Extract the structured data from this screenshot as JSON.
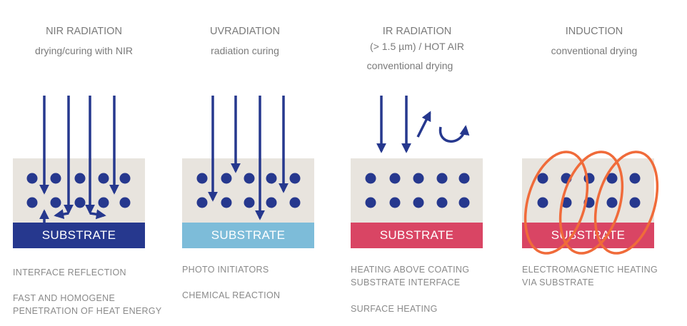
{
  "panels": [
    {
      "title": "NIR RADIATION",
      "subtitle": [
        "drying/curing with NIR"
      ],
      "substrate_label": "SUBSTRATE",
      "substrate_color": "#26388e",
      "notes": [
        "INTERFACE REFLECTION",
        "FAST AND HOMOGENE",
        "PENETRATION OF HEAT ENERGY"
      ]
    },
    {
      "title": "UVRADIATION",
      "subtitle": [
        "radiation curing"
      ],
      "substrate_label": "SUBSTRATE",
      "substrate_color": "#7dbcd9",
      "notes": [
        "PHOTO INITIATORS",
        "CHEMICAL REACTION"
      ]
    },
    {
      "title": "IR RADIATION",
      "subtitle": [
        "(> 1.5 µm) / HOT AIR",
        "conventional drying"
      ],
      "substrate_label": "SUBSTRATE",
      "substrate_color": "#d94564",
      "notes": [
        "HEATING ABOVE COATING",
        "SUBSTRATE INTERFACE",
        "SURFACE HEATING"
      ]
    },
    {
      "title": "INDUCTION",
      "subtitle": [
        "conventional drying"
      ],
      "substrate_label": "SUBSTRATE",
      "substrate_color": "#d94564",
      "notes": [
        "ELECTROMAGNETIC HEATING",
        "VIA SUBSTRATE"
      ]
    }
  ],
  "colors": {
    "coating": "#e8e4de",
    "particle": "#26388e",
    "arrow": "#26388e",
    "coil": "#f06b3a",
    "text": "#7a7a7a"
  }
}
